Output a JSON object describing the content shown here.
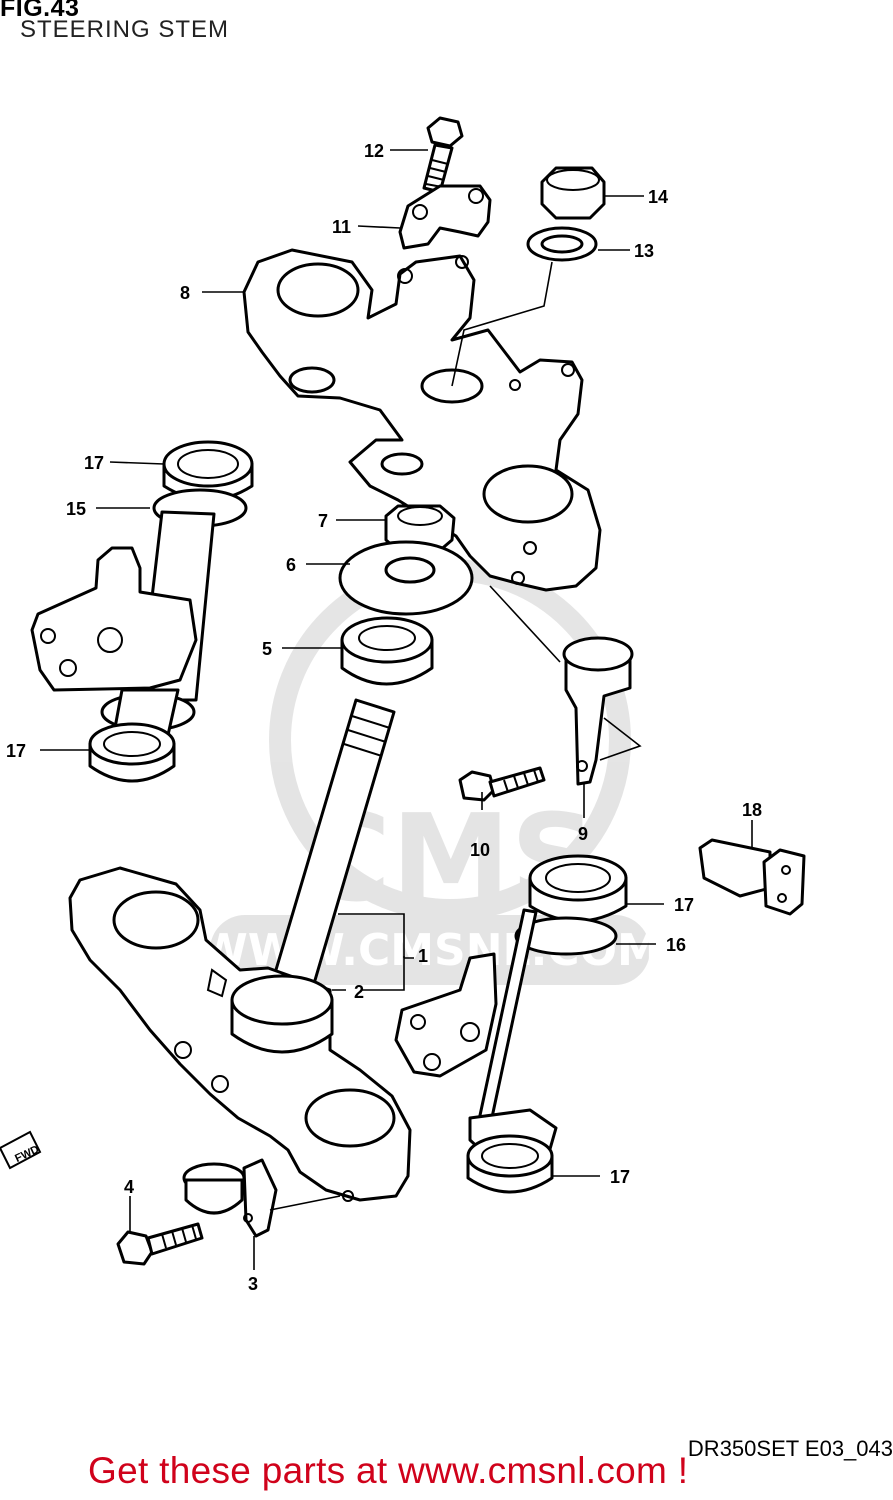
{
  "figure": {
    "title": "FIG.43",
    "subtitle": "STEERING STEM",
    "reference_code": "DR350SET E03_043"
  },
  "callouts": {
    "c1": "1",
    "c2": "2",
    "c3": "3",
    "c4": "4",
    "c5": "5",
    "c6": "6",
    "c7": "7",
    "c8": "8",
    "c9": "9",
    "c10": "10",
    "c11": "11",
    "c12": "12",
    "c13": "13",
    "c14": "14",
    "c15": "15",
    "c16": "16",
    "c17a": "17",
    "c17b": "17",
    "c17c": "17",
    "c17d": "17",
    "c18": "18"
  },
  "direction_label": "FWD",
  "watermark": {
    "brand": "CMS",
    "url": "WWW.CMSNL.COM"
  },
  "footer": {
    "link_text": "Get these parts at www.cmsnl.com !"
  }
}
